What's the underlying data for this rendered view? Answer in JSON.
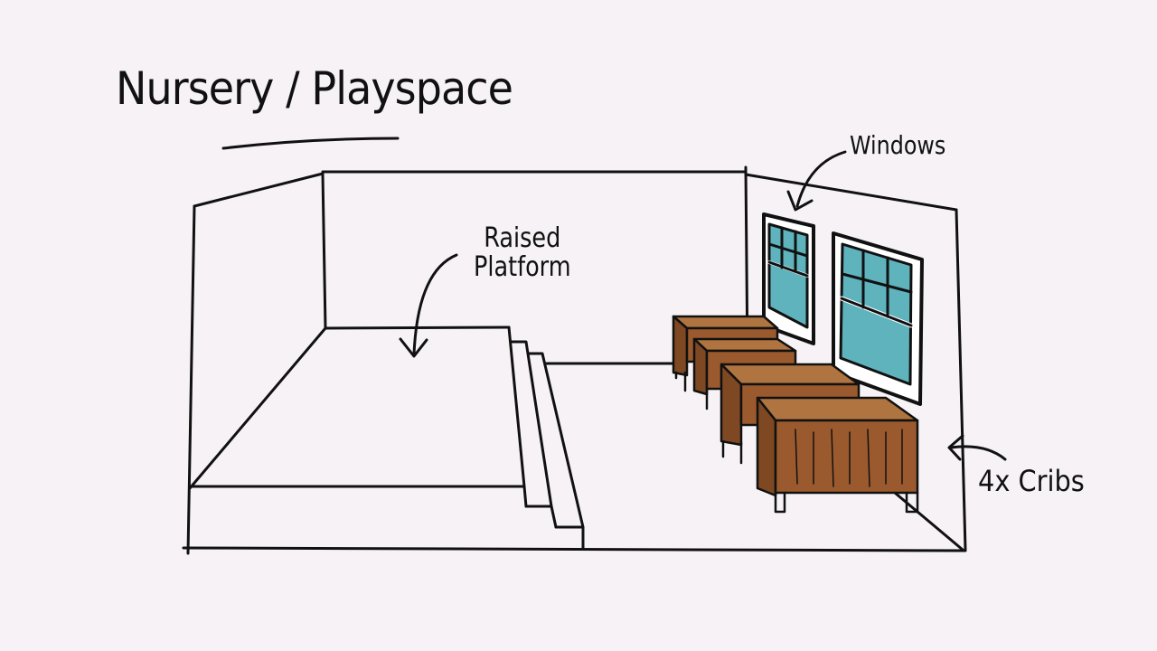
{
  "title": "Nursery / Playspace",
  "labels": {
    "raised_platform_line1": "Raised",
    "raised_platform_line2": "Platform",
    "windows": "Windows",
    "cribs": "4x Cribs"
  },
  "colors": {
    "background": "#f6f2f5",
    "ink": "#111111",
    "glass": "#5fb3bd",
    "wood": "#9a5a2e",
    "wood_dark": "#6e3d1c"
  }
}
